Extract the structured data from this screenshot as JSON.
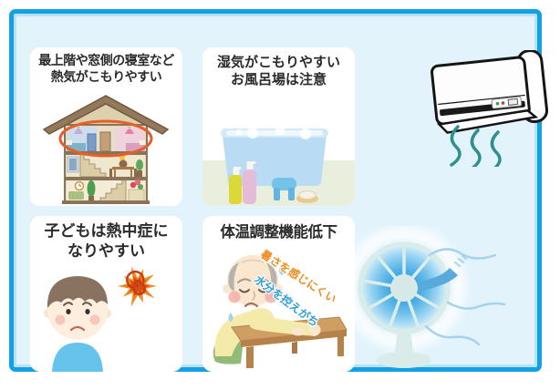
{
  "poster": {
    "type": "heatstroke-risk-infographic",
    "frame": {
      "border_color": "#14a0e4",
      "inner_line_color": "#b9e2f6",
      "background_color": "#e2f3fc"
    },
    "cards": {
      "house": {
        "line1": "最上階や窓側の寝室など",
        "line2": "熱気がこもりやすい",
        "illustration": "three-story-house-cross-section-with-top-floor-circled"
      },
      "bath": {
        "line1": "湿気がこもりやすい",
        "line2": "お風呂場は注意",
        "illustration": "bathtub-with-toiletries"
      },
      "child": {
        "line1": "子どもは熱中症に",
        "line2": "なりやすい",
        "illustration": "sad-boy-with-blazing-sun"
      },
      "elderly": {
        "title": "体温調整機能低下",
        "note_heat_text": "暑さを感じにくい",
        "note_heat_color": "#f08c1e",
        "note_water_text": "水分を控えがち",
        "note_water_color": "#2e9fd8",
        "illustration": "elderly-man-slumped-on-low-table"
      }
    },
    "appliances": {
      "air_conditioner": "wall-air-conditioner-blowing-air",
      "fan": "electric-fan-blowing-air"
    },
    "accent_colors": {
      "highlight_ellipse_orange": "#e55f28",
      "sun_ray_orange": "#ee8a1e",
      "sun_core_red": "#d64c16",
      "ac_wind_teal": "#2f8f8e",
      "fan_glow_blue": "#4fb2e6",
      "fan_wind_blue": "#a5d2ec"
    }
  }
}
